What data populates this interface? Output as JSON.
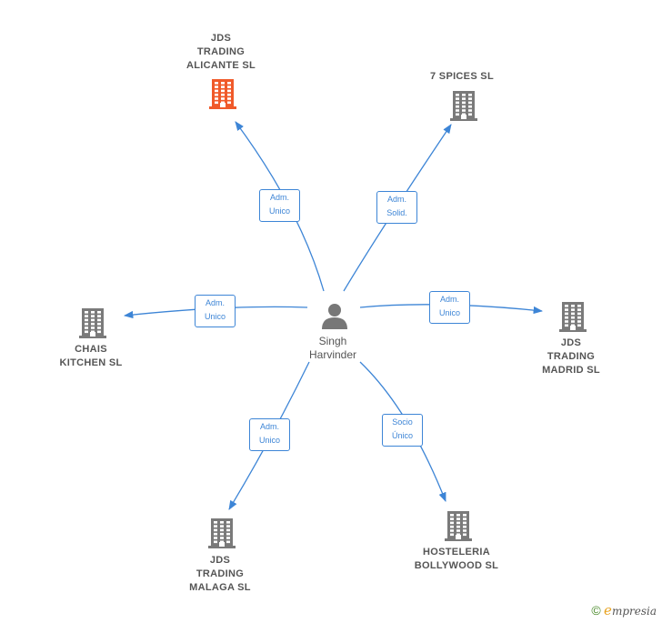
{
  "center": {
    "name": "Singh\nHarvinder"
  },
  "companies": [
    {
      "id": "alicante",
      "name": "JDS\nTRADING\nALICANTE  SL",
      "color": "#f05a2a",
      "relation": "Adm.\nUnico"
    },
    {
      "id": "spices",
      "name": "7 SPICES  SL",
      "color": "#7a7a7a",
      "relation": "Adm.\nSolid."
    },
    {
      "id": "chais",
      "name": "CHAIS\nKITCHEN  SL",
      "color": "#7a7a7a",
      "relation": "Adm.\nUnico"
    },
    {
      "id": "madrid",
      "name": "JDS\nTRADING\nMADRID  SL",
      "color": "#7a7a7a",
      "relation": "Adm.\nUnico"
    },
    {
      "id": "malaga",
      "name": "JDS\nTRADING\nMALAGA  SL",
      "color": "#7a7a7a",
      "relation": "Adm.\nUnico"
    },
    {
      "id": "bollywood",
      "name": "HOSTELERIA\nBOLLYWOOD SL",
      "color": "#7a7a7a",
      "relation": "Socio\nÚnico"
    }
  ],
  "brand": {
    "copyright": "©",
    "e": "e",
    "rest": "mpresia"
  },
  "icons": {
    "company": "building-icon",
    "person": "person-icon"
  }
}
